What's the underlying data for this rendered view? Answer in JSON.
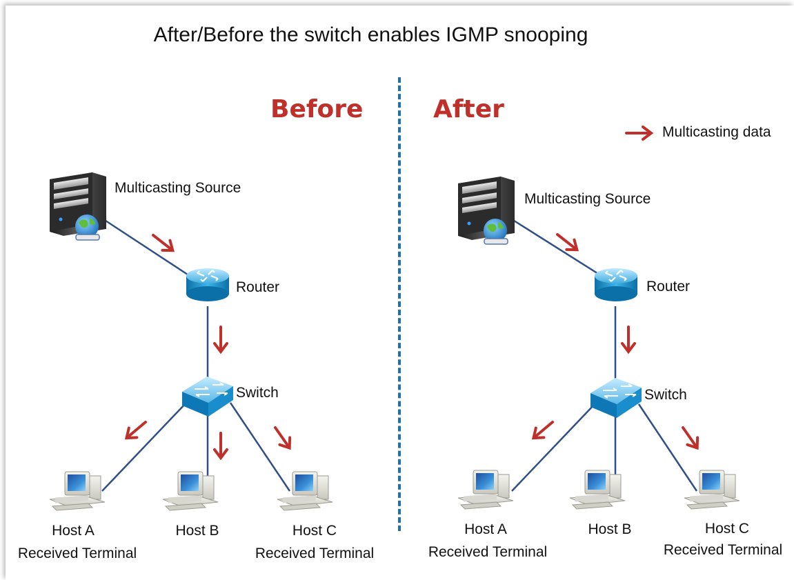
{
  "title": "After/Before the switch enables IGMP snooping",
  "legend": {
    "label": "Multicasting data",
    "color": "#c0302b"
  },
  "colors": {
    "link": "#2e4f8a",
    "arrow": "#c0302b",
    "divider": "#1f6fb5"
  },
  "before": {
    "heading": "Before",
    "source_label": "Multicasting Source",
    "router_label": "Router",
    "switch_label": "Switch",
    "host_a": {
      "name": "Host A",
      "role": "Received Terminal"
    },
    "host_b": {
      "name": "Host B"
    },
    "host_c": {
      "name": "Host C",
      "role": "Received Terminal"
    }
  },
  "after": {
    "heading": "After",
    "source_label": "Multicasting Source",
    "router_label": "Router",
    "switch_label": "Switch",
    "host_a": {
      "name": "Host A",
      "role": "Received Terminal"
    },
    "host_b": {
      "name": "Host B"
    },
    "host_c": {
      "name": "Host C",
      "role": "Received Terminal"
    }
  }
}
